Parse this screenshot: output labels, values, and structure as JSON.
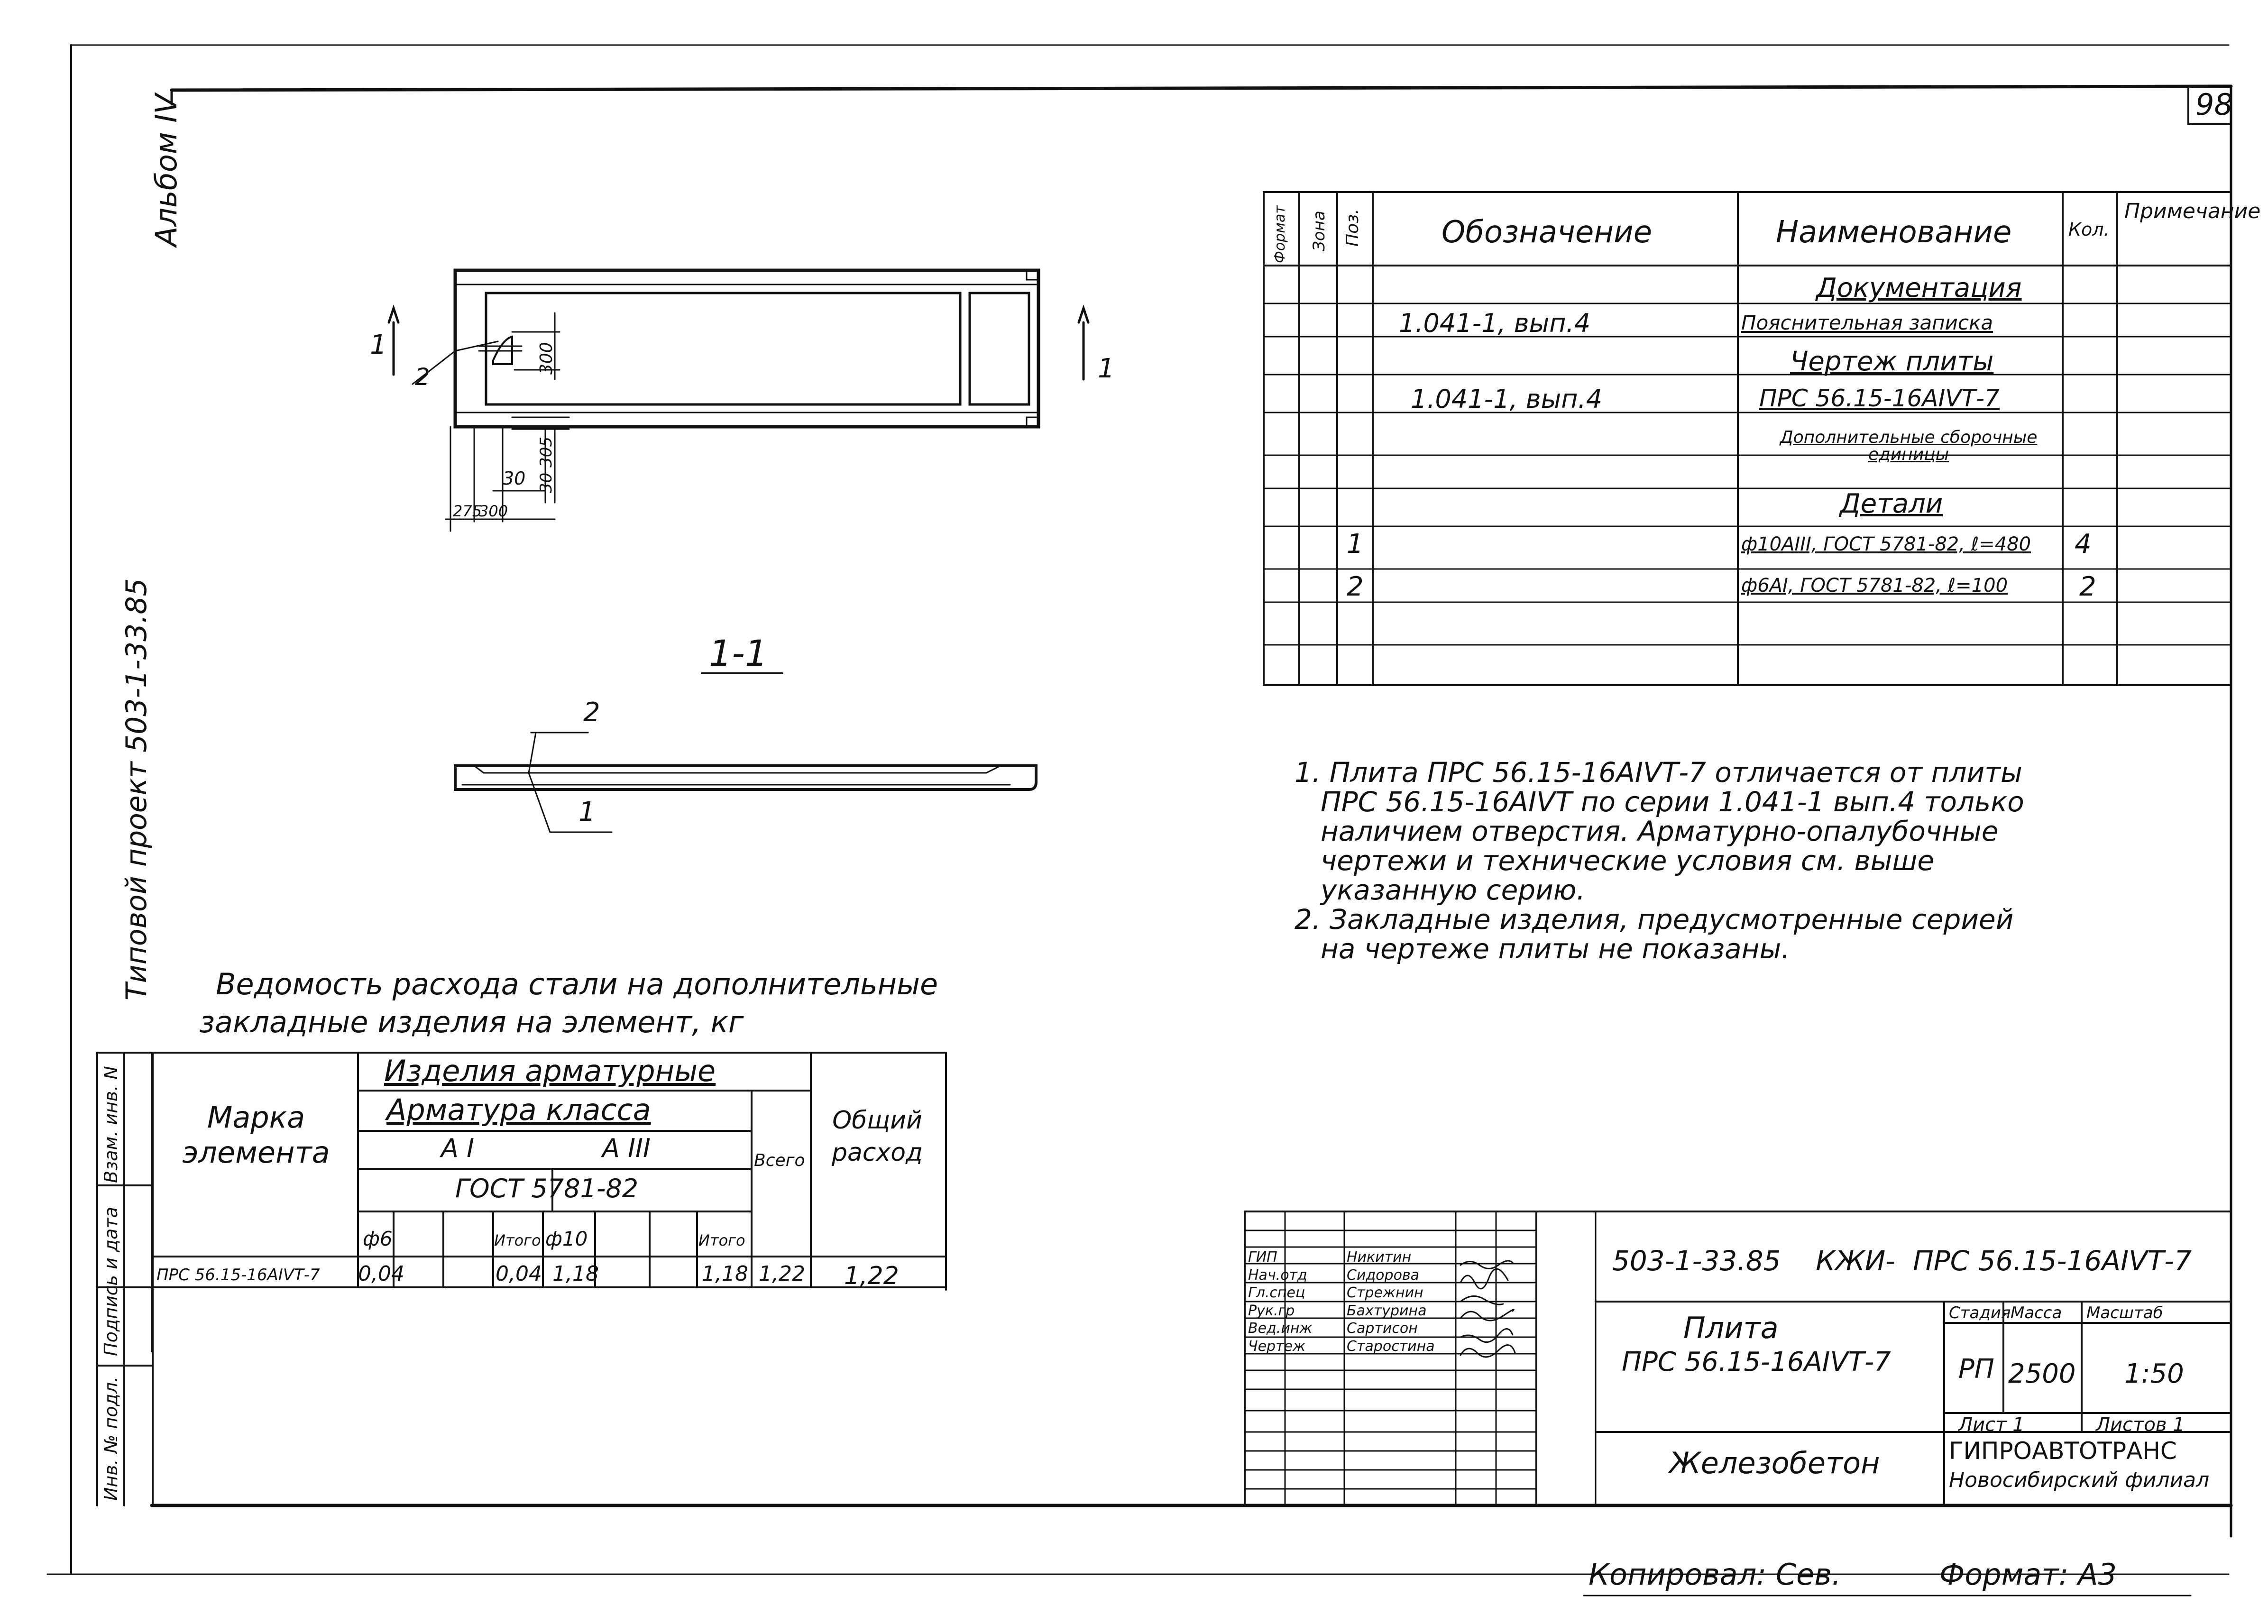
{
  "sheet": {
    "page_number": "98",
    "album_label": "Альбом IV",
    "project_label": "Типовой проект 503-1-33.85",
    "copied_by": "Копировал: Сев.",
    "format": "Формат: А3"
  },
  "side_stamp": {
    "inv_no": "Инв. № подл.",
    "sign_date": "Подпись и дата",
    "replace_inv": "Взам. инв. N"
  },
  "plan_view": {
    "section_mark_left": "1",
    "section_mark_right": "1",
    "pos_label": "2",
    "dim_300_top": "300",
    "dim_30_305": "30 305",
    "dim_30": "30",
    "dim_275": "275",
    "dim_300": "300"
  },
  "section_view": {
    "title": "1-1",
    "label_2": "2",
    "label_1": "1"
  },
  "spec_table": {
    "headers": {
      "format": "Формат",
      "zone": "Зона",
      "pos": "Поз.",
      "designation": "Обозначение",
      "name": "Наименование",
      "qty": "Кол.",
      "note": "Примечание"
    },
    "rows": [
      {
        "pos": "",
        "designation": "",
        "name": "Документация",
        "qty": ""
      },
      {
        "pos": "",
        "designation": "1.041-1, вып.4",
        "name": "Пояснительная записка",
        "qty": ""
      },
      {
        "pos": "",
        "designation": "",
        "name": "Чертеж плиты",
        "qty": ""
      },
      {
        "pos": "",
        "designation": "1.041-1, вып.4",
        "name": "ПРС 56.15-16АIVТ-7",
        "qty": ""
      },
      {
        "pos": "",
        "designation": "",
        "name": "Дополнительные сборочные единицы",
        "qty": ""
      },
      {
        "pos": "",
        "designation": "",
        "name": "Детали",
        "qty": ""
      },
      {
        "pos": "1",
        "designation": "",
        "name": "ф10АIII, ГОСТ 5781-82, ℓ=480",
        "qty": "4"
      },
      {
        "pos": "2",
        "designation": "",
        "name": "ф6АI, ГОСТ 5781-82, ℓ=100",
        "qty": "2"
      },
      {
        "pos": "",
        "designation": "",
        "name": "",
        "qty": ""
      },
      {
        "pos": "",
        "designation": "",
        "name": "",
        "qty": ""
      }
    ]
  },
  "notes": [
    "1. Плита ПРС 56.15-16АIVТ-7 отличается от плиты",
    "ПРС 56.15-16АIVТ по серии 1.041-1 вып.4 только",
    "наличием отверстия. Арматурно-опалубочные",
    "чертежи и технические условия см. выше",
    "указанную серию.",
    "2. Закладные изделия, предусмотренные серией",
    "на чертеже плиты не показаны."
  ],
  "steel_table": {
    "title_line1": "Ведомость расхода стали на дополнительные",
    "title_line2": "закладные изделия на элемент, кг",
    "mark_header": "Марка элемента",
    "group_header": "Изделия арматурные",
    "class_header": "Арматура класса",
    "class_ai": "А I",
    "class_aiii": "А III",
    "gost": "ГОСТ 5781-82",
    "col_d6": "ф6",
    "col_total1": "Итого",
    "col_d10": "ф10",
    "col_total2": "Итого",
    "col_all": "Всего",
    "col_sum": "Общий расход",
    "row": {
      "mark": "ПРС 56.15-16АIVТ-7",
      "d6": "0,04",
      "total1": "0,04",
      "d10": "1,18",
      "total2": "1,18",
      "all": "1,22",
      "sum": "1,22"
    }
  },
  "title_block": {
    "code": "503-1-33.85    КЖИ-  ПРС 56.15-16АIVТ-7",
    "object_name_line1": "Плита",
    "object_name_line2": "ПРС 56.15-16АIVТ-7",
    "material": "Железобетон",
    "stage_label": "Стадия",
    "mass_label": "Масса",
    "scale_label": "Масштаб",
    "stage": "РП",
    "mass": "2500",
    "scale": "1:50",
    "sheet": "Лист 1",
    "sheets": "Листов 1",
    "org_line1": "ГИПРОАВТОТРАНС",
    "org_line2": "Новосибирский филиал",
    "people": [
      {
        "role": "ГИП",
        "name": "Никитин"
      },
      {
        "role": "Нач.отд",
        "name": "Сидорова"
      },
      {
        "role": "Гл.спец",
        "name": "Стрежнин"
      },
      {
        "role": "Рук.гр",
        "name": "Бахтурина"
      },
      {
        "role": "Вед.инж",
        "name": "Сартисон"
      },
      {
        "role": "Чертеж",
        "name": "Старостина"
      }
    ]
  }
}
